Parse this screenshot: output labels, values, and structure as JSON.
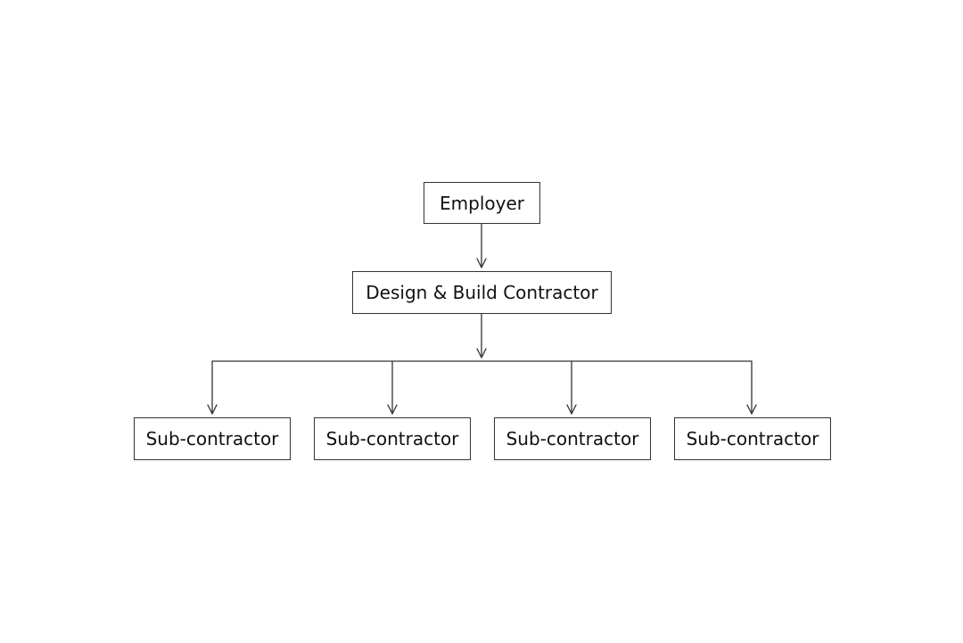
{
  "nodes": {
    "employer": "Employer",
    "design_build_contractor": "Design & Build Contractor",
    "subcontractors": [
      "Sub-contractor",
      "Sub-contractor",
      "Sub-contractor",
      "Sub-contractor"
    ]
  },
  "colors": {
    "line": "#333333",
    "text": "#111111",
    "background": "#ffffff"
  }
}
